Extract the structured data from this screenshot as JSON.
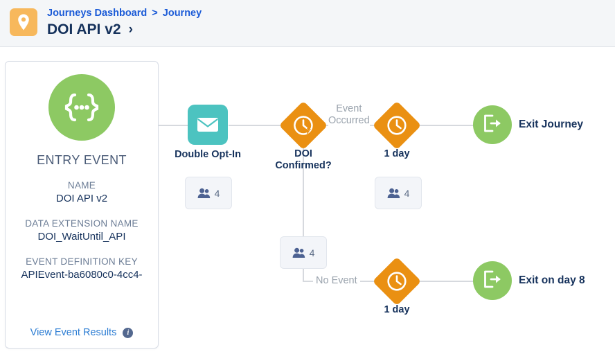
{
  "header": {
    "app_icon": "location-pin-icon",
    "breadcrumb": {
      "root": "Journeys Dashboard",
      "separator": ">",
      "current": "Journey"
    },
    "title": "DOI API v2",
    "title_chevron": "›"
  },
  "entry_card": {
    "icon": "api-braces-icon",
    "heading": "ENTRY EVENT",
    "fields": [
      {
        "label": "NAME",
        "value": "DOI API v2"
      },
      {
        "label": "DATA EXTENSION NAME",
        "value": "DOI_WaitUntil_API"
      },
      {
        "label": "EVENT DEFINITION KEY",
        "value": "APIEvent-ba6080c0-4cc4-"
      }
    ],
    "link": "View Event Results",
    "info_icon": "info-icon"
  },
  "flow": {
    "email_node": {
      "label": "Double Opt-In",
      "icon": "envelope-icon",
      "count": "4"
    },
    "decision_node": {
      "label": "DOI Confirmed?",
      "icon": "clock-bolt-icon",
      "count": "4"
    },
    "wait_top_node": {
      "label": "1 day",
      "icon": "clock-icon",
      "count": "4"
    },
    "wait_bottom_node": {
      "label": "1 day",
      "icon": "clock-icon"
    },
    "exit_top": {
      "label": "Exit Journey",
      "icon": "exit-arrow-icon"
    },
    "exit_bottom": {
      "label": "Exit on day 8",
      "icon": "exit-arrow-icon"
    },
    "branch_event_occurred_line1": "Event",
    "branch_event_occurred_line2": "Occurred",
    "branch_no_event": "No Event"
  },
  "colors": {
    "green": "#8dc963",
    "orange": "#ea9012",
    "teal": "#4cc3c0",
    "amber": "#f7b85c",
    "link_blue": "#1b5bd7",
    "text_navy": "#16325c",
    "connector_gray": "#d6d9de"
  }
}
